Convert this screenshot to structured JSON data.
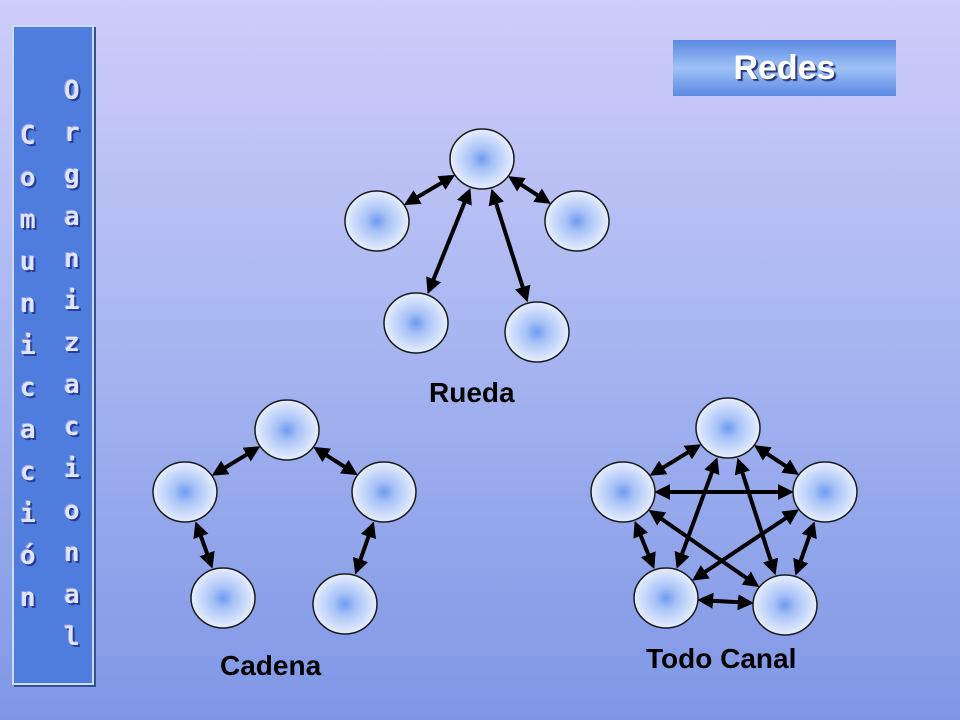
{
  "sidebar": {
    "left_word": [
      "C",
      "o",
      "m",
      "u",
      "n",
      "i",
      "c",
      "a",
      "c",
      "i",
      "ó",
      "n"
    ],
    "right_word": [
      "O",
      "r",
      "g",
      "a",
      "n",
      "i",
      "z",
      "a",
      "c",
      "i",
      "o",
      "n",
      "a",
      "l"
    ]
  },
  "title": "Redes",
  "networks": [
    {
      "id": "rueda",
      "label": "Rueda"
    },
    {
      "id": "cadena",
      "label": "Cadena"
    },
    {
      "id": "todo-canal",
      "label": "Todo Canal"
    }
  ]
}
